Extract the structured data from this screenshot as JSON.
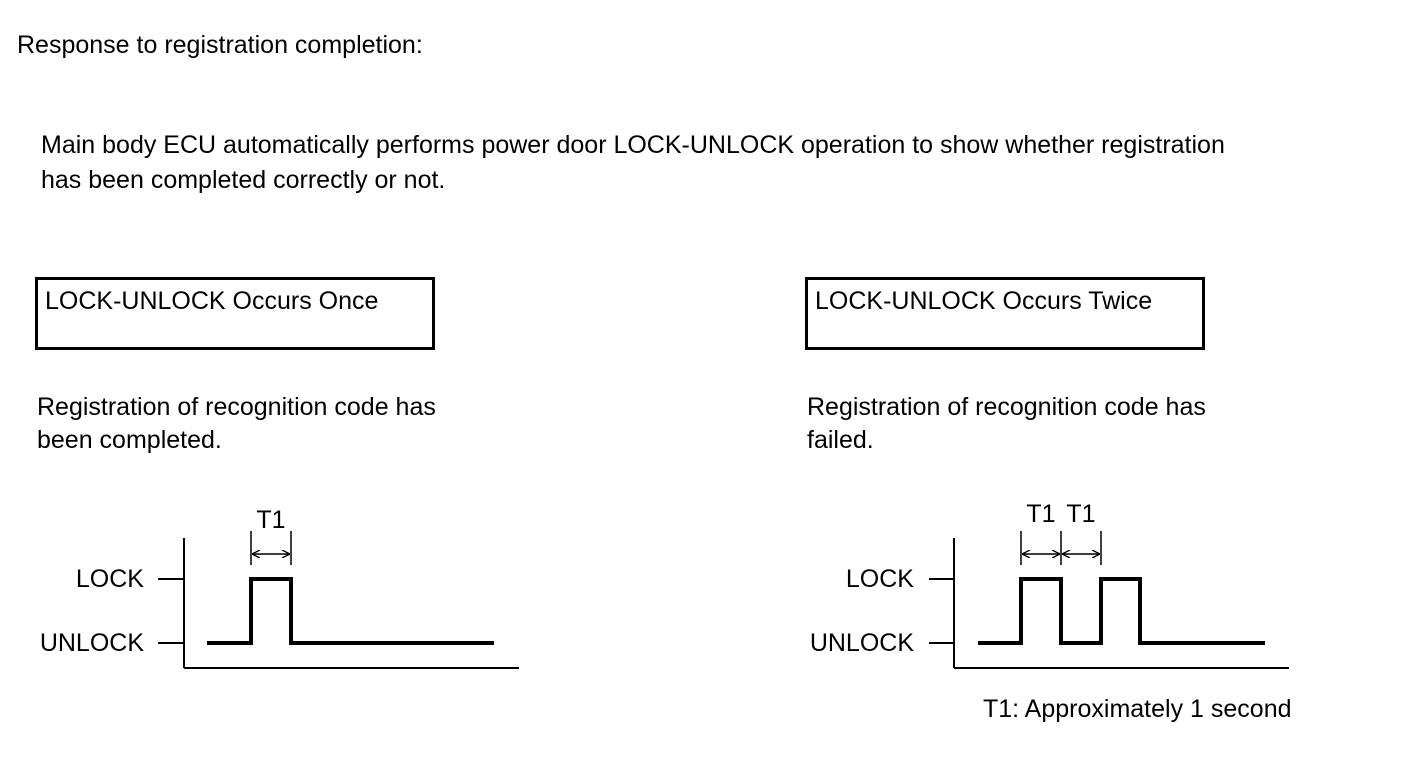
{
  "heading": "Response to registration completion:",
  "description_line1": "Main body ECU automatically performs power door LOCK-UNLOCK operation to show whether registration",
  "description_line2": "has been completed correctly or not.",
  "left": {
    "box_label": "LOCK-UNLOCK Occurs Once",
    "desc_line1": "Registration of recognition code has",
    "desc_line2": "been completed.",
    "lock_label": "LOCK",
    "unlock_label": "UNLOCK",
    "interval_labels": [
      "T1"
    ],
    "pulse_count": 1
  },
  "right": {
    "box_label": "LOCK-UNLOCK Occurs Twice",
    "desc_line1": "Registration of recognition code has",
    "desc_line2": "failed.",
    "lock_label": "LOCK",
    "unlock_label": "UNLOCK",
    "interval_labels": [
      "T1",
      "T1"
    ],
    "pulse_count": 2
  },
  "note": "T1: Approximately 1 second",
  "colors": {
    "line": "#000000",
    "background": "#ffffff"
  }
}
